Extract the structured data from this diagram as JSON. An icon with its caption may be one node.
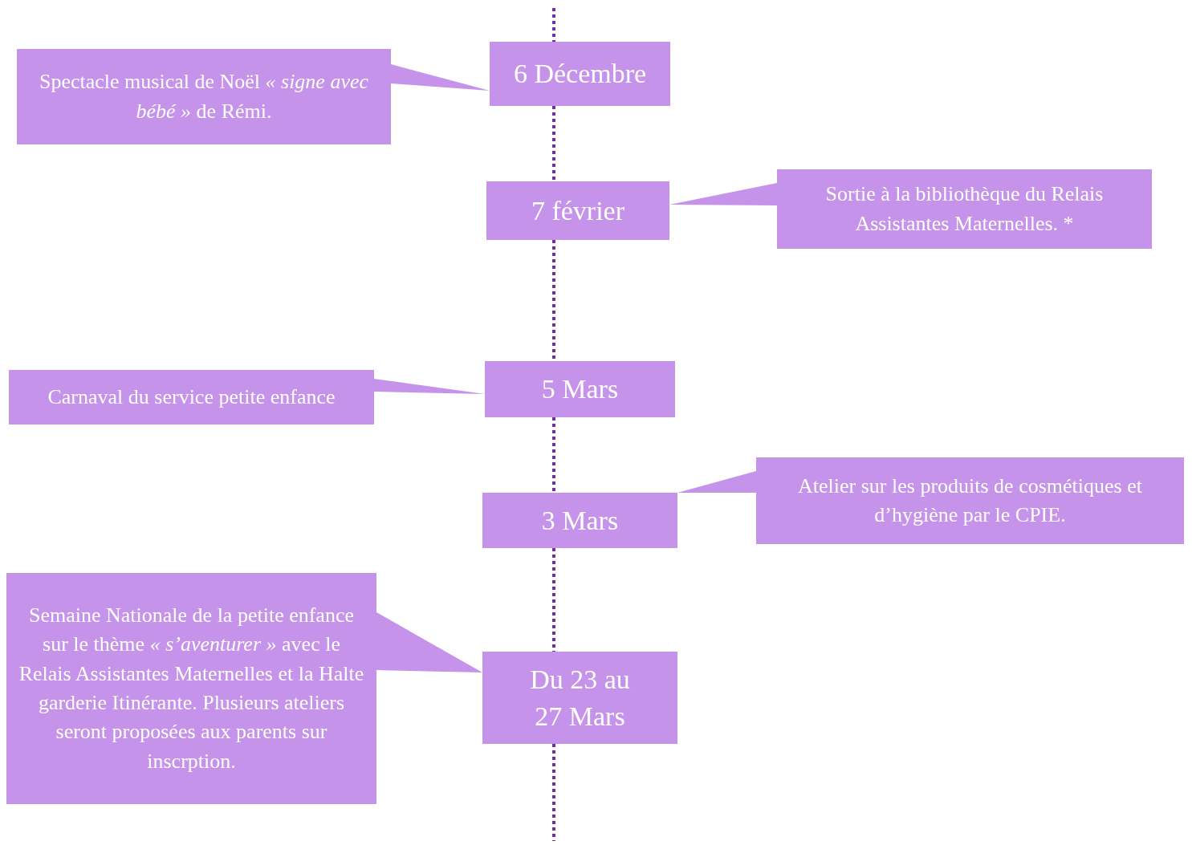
{
  "diagram": {
    "nodes": [
      {
        "text": [
          "Spectacle musical de Noël *« signe avec bébé »* de Rémi."
        ]
      },
      {
        "text": [
          "6 Décembre"
        ]
      },
      {
        "text": [
          "7 février"
        ]
      },
      {
        "text": [
          "Sortie à la bibliothèque du Relais Assistantes Maternelles. *"
        ]
      },
      {
        "text": [
          "Carnaval du service petite enfance"
        ]
      },
      {
        "text": [
          "5 Mars"
        ]
      },
      {
        "text": [
          "3 Mars"
        ]
      },
      {
        "text": [
          "Atelier sur les produits de cosmétiques et d’hygiène par le CPIE."
        ]
      },
      {
        "text": [
          "Semaine Nationale de la petite enfance sur le thème *« s’aventurer »* avec le Relais Assistantes Maternelles et la Halte garderie Itinérante. Plusieurs ateliers seront proposées aux parents sur inscrption."
        ]
      },
      {
        "text": [
          "Du 23 au 27 Mars"
        ]
      }
    ],
    "edges": [
      {
        "from": 0,
        "to": 1,
        "arrow": "to"
      },
      {
        "from": 3,
        "to": 2,
        "arrow": "to"
      },
      {
        "from": 4,
        "to": 5,
        "arrow": "to"
      },
      {
        "from": 7,
        "to": 6,
        "arrow": "to"
      },
      {
        "from": 8,
        "to": 9,
        "arrow": "to"
      },
      {
        "from": null,
        "to": 1,
        "arrow": "none",
        "style": "dashed",
        "color": "#7030a0"
      },
      {
        "from": 1,
        "to": 2,
        "arrow": "none",
        "style": "dashed",
        "color": "#7030a0"
      },
      {
        "from": 2,
        "to": 5,
        "arrow": "none",
        "style": "dashed",
        "color": "#7030a0"
      },
      {
        "from": 5,
        "to": 6,
        "arrow": "none",
        "style": "dashed",
        "color": "#7030a0"
      },
      {
        "from": 6,
        "to": 9,
        "arrow": "none",
        "style": "dashed",
        "color": "#7030a0"
      },
      {
        "from": 9,
        "to": null,
        "arrow": "none",
        "style": "dashed",
        "color": "#7030a0"
      }
    ]
  }
}
